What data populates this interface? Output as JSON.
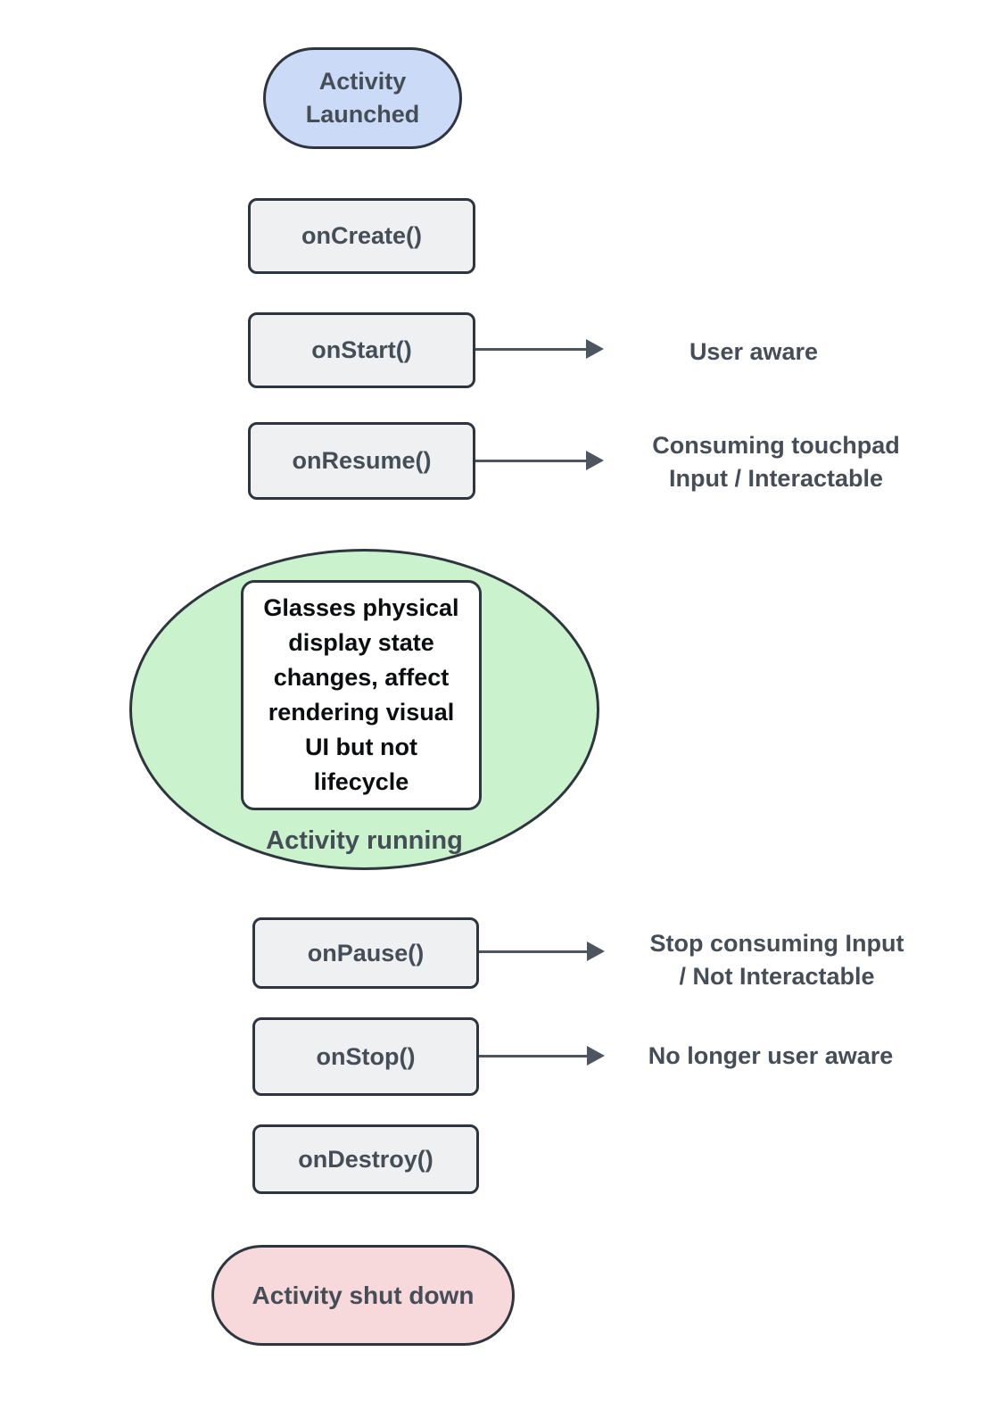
{
  "colors": {
    "start_fill": "#cbdaf7",
    "running_fill": "#c9f2cd",
    "end_fill": "#f8d9db",
    "box_fill": "#eef0f2",
    "border": "#2e353f",
    "text": "#454d57",
    "note_text": "#0b0d0f",
    "arrow": "#4d5560"
  },
  "nodes": {
    "start": {
      "label": "Activity\nLaunched"
    },
    "on_create": {
      "label": "onCreate()"
    },
    "on_start": {
      "label": "onStart()",
      "annotation": "User aware"
    },
    "on_resume": {
      "label": "onResume()",
      "annotation": "Consuming touchpad\nInput / Interactable"
    },
    "running": {
      "note": "Glasses physical\ndisplay state\nchanges, affect\nrendering visual\nUI but not\nlifecycle",
      "label": "Activity running"
    },
    "on_pause": {
      "label": "onPause()",
      "annotation": "Stop consuming Input\n/ Not Interactable"
    },
    "on_stop": {
      "label": "onStop()",
      "annotation": "No longer user aware"
    },
    "on_destroy": {
      "label": "onDestroy()"
    },
    "end": {
      "label": "Activity shut down"
    }
  },
  "arrows": [
    {
      "from": "onStart()",
      "to": "User aware"
    },
    {
      "from": "onResume()",
      "to": "Consuming touchpad Input / Interactable"
    },
    {
      "from": "onPause()",
      "to": "Stop consuming Input / Not Interactable"
    },
    {
      "from": "onStop()",
      "to": "No longer user aware"
    }
  ]
}
